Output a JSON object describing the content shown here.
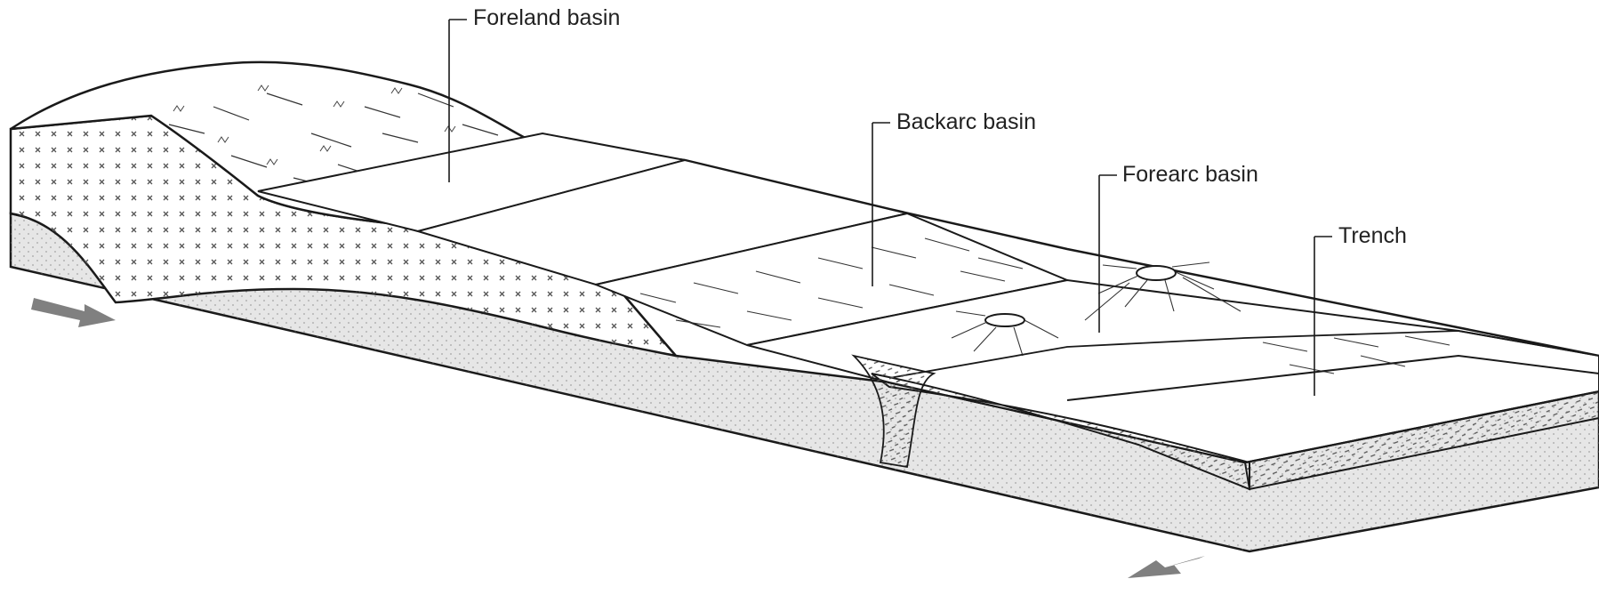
{
  "labels": {
    "foreland": "Foreland basin",
    "backarc": "Backarc basin",
    "forearc": "Forearc basin",
    "trench": "Trench"
  },
  "colors": {
    "ink": "#1a1a1a",
    "crust_fill": "#ffffff",
    "mantle_fill": "#e6e6e6",
    "arrow": "#808080"
  }
}
